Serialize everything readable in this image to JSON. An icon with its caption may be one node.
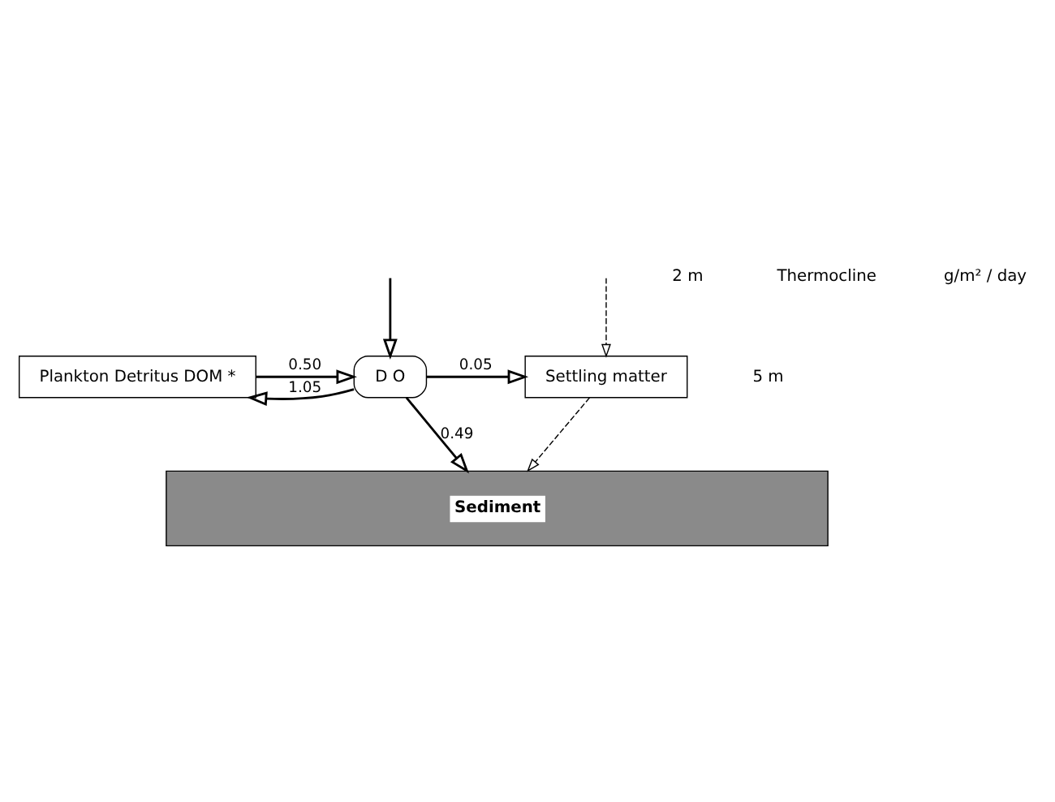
{
  "diagram": {
    "nodes": [
      {
        "text": [
          "Plankton Detritus DOM *"
        ]
      },
      {
        "text": [
          "D O"
        ]
      },
      {
        "text": [
          "Settling matter"
        ]
      },
      {
        "text": [
          "Sediment"
        ]
      }
    ],
    "edges": [
      {
        "from": null,
        "to": 1,
        "arrow": "to"
      },
      {
        "from": 0,
        "to": 1,
        "arrow": "to",
        "label": "0.50"
      },
      {
        "from": 1,
        "to": 0,
        "arrow": "to",
        "label": "1.05"
      },
      {
        "from": 1,
        "to": 2,
        "arrow": "to",
        "label": "0.05"
      },
      {
        "from": 1,
        "to": 3,
        "arrow": "to",
        "label": "0.49"
      },
      {
        "from": null,
        "to": 2,
        "arrow": "to",
        "style": "dashed"
      },
      {
        "from": 2,
        "to": 3,
        "arrow": "to",
        "style": "dashed"
      }
    ],
    "labels": [
      "2 m",
      "Thermocline",
      "g/m² / day",
      "5 m"
    ]
  }
}
